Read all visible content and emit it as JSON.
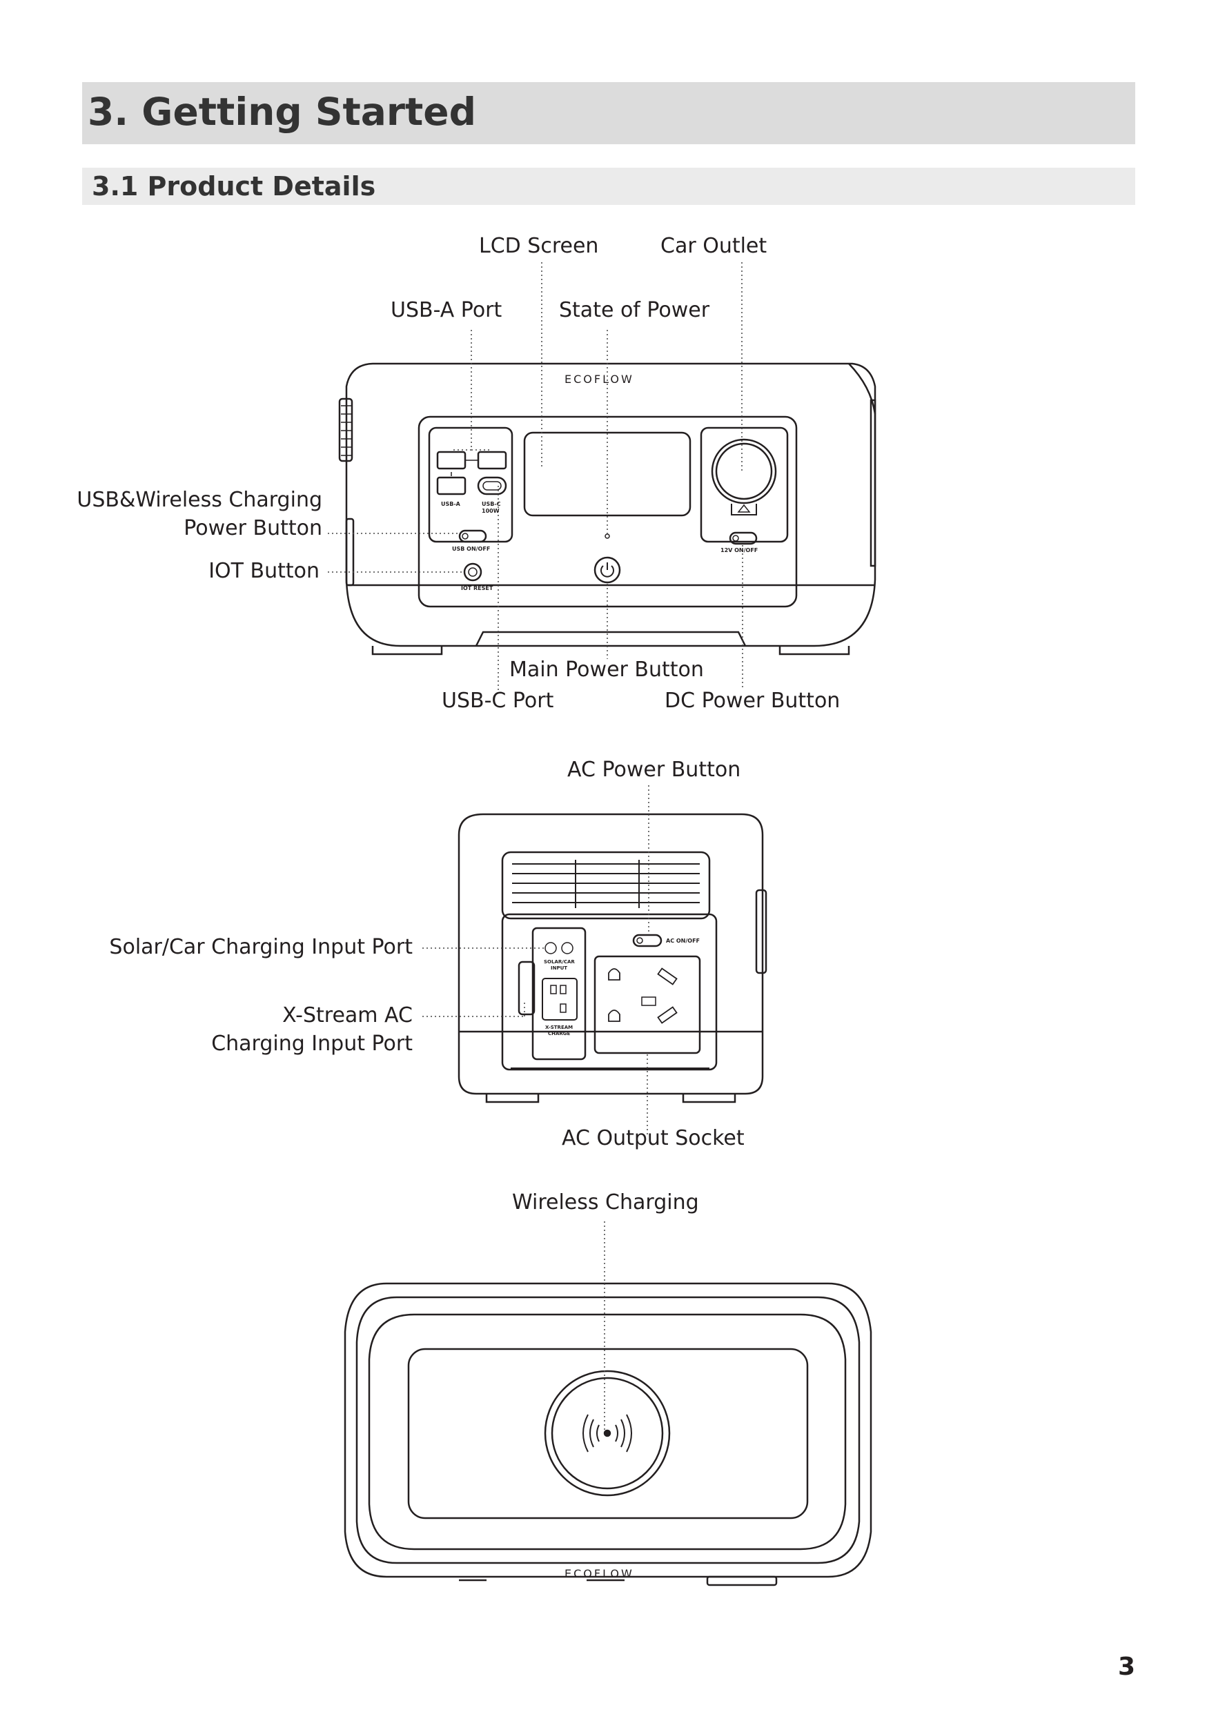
{
  "header": {
    "section_title": "3. Getting Started"
  },
  "subheader": {
    "title": "3.1 Product Details"
  },
  "front_view": {
    "brand": "ECOFLOW",
    "labels": {
      "lcd_screen": "LCD Screen",
      "car_outlet": "Car Outlet",
      "usb_a_port": "USB-A Port",
      "state_of_power": "State of Power",
      "usb_wireless_line1": "USB&Wireless Charging",
      "usb_wireless_line2": "Power Button",
      "iot_button": "IOT Button",
      "main_power_button": "Main Power Button",
      "usb_c_port": "USB-C Port",
      "dc_power_button": "DC Power Button"
    },
    "panel_text": {
      "usb_a": "USB-A",
      "usb_c": "USB-C",
      "usb_c_power": "100W",
      "usb_on_off": "USB ON/OFF",
      "iot_reset": "IOT RESET",
      "dc_on_off": "12V ON/OFF"
    }
  },
  "back_view": {
    "labels": {
      "ac_power_button": "AC Power Button",
      "solar_car_input": "Solar/Car Charging Input Port",
      "xstream_line1": "X-Stream AC",
      "xstream_line2": "Charging Input Port",
      "ac_output_socket": "AC Output Socket"
    },
    "panel_text": {
      "ac_on_off": "AC ON/OFF",
      "solar_car_line1": "SOLAR/CAR",
      "solar_car_line2": "INPUT",
      "xstream_line1": "X-STREAM",
      "xstream_line2": "CHARGE"
    }
  },
  "top_view": {
    "brand": "ECOFLOW",
    "labels": {
      "wireless_charging": "Wireless Charging"
    }
  },
  "footer": {
    "page_number": "3"
  }
}
